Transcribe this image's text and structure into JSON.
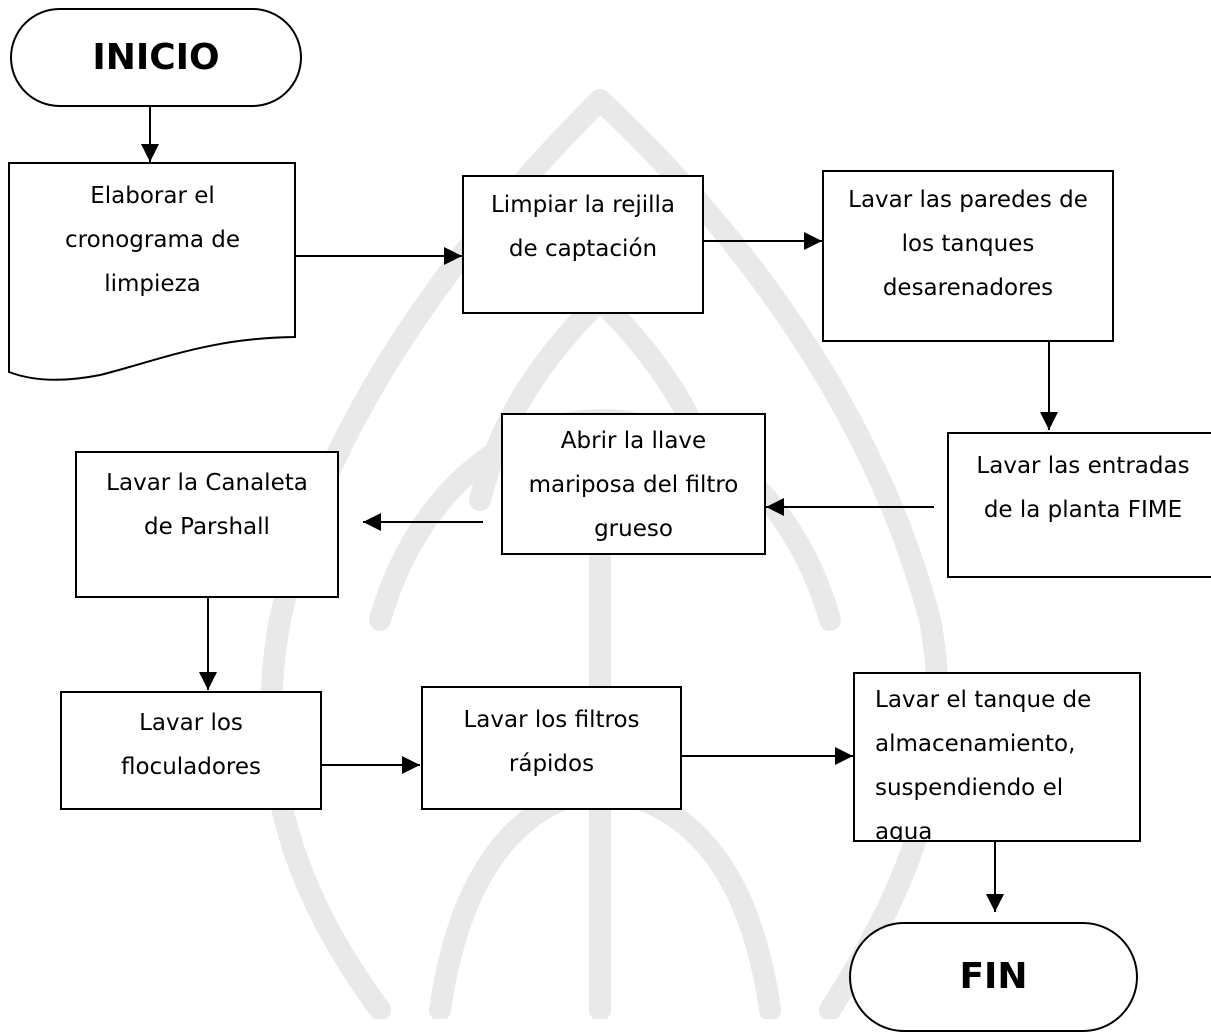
{
  "flow": {
    "start": "INICIO",
    "end": "FIN",
    "steps": {
      "s1": "Elaborar el\ncronograma de\nlimpieza",
      "s2": "Limpiar la rejilla\nde captación",
      "s3": "Lavar las paredes de\nlos tanques\ndesarenadores",
      "s4": "Lavar las entradas\nde la planta FIME",
      "s5": "Abrir la llave\nmariposa del filtro\ngrueso",
      "s6": "Lavar la Canaleta\nde Parshall",
      "s7": "Lavar los\nfloculadores",
      "s8": "Lavar los filtros\nrápidos",
      "s9": "Lavar el tanque de\nalmacenamiento,\nsuspendiendo el\nagua"
    }
  }
}
